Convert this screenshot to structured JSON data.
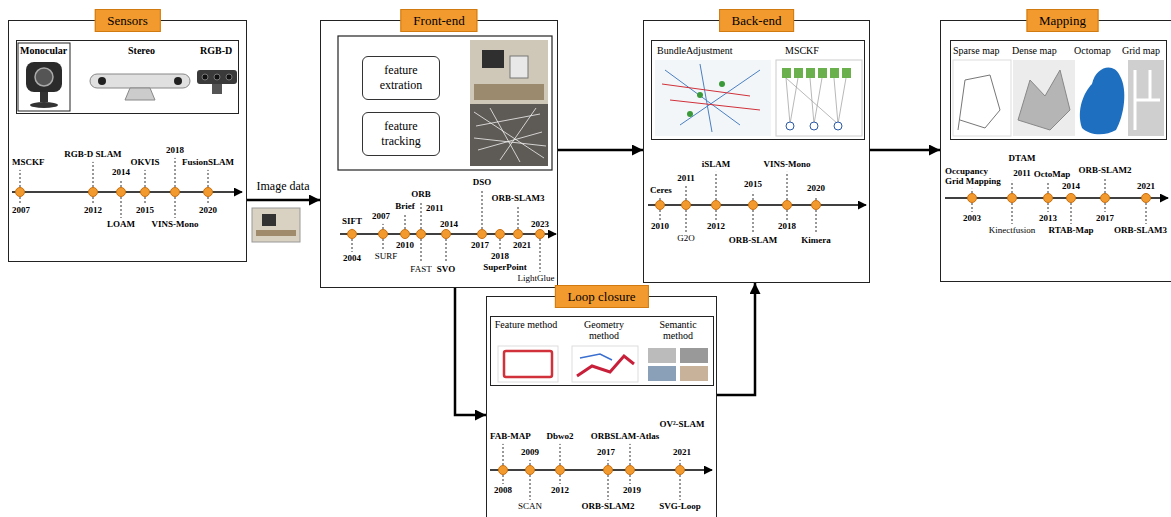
{
  "diagram": {
    "nodes": [
      {
        "text": [
          "Sensors"
        ]
      },
      {
        "text": [
          "Monocular",
          "Stereo",
          "RGB-D"
        ],
        "in": 0
      },
      {
        "text": [
          "Front-end"
        ]
      },
      {
        "text": [
          "feature extration"
        ],
        "in": 2
      },
      {
        "text": [
          "feature tracking"
        ],
        "in": 2
      },
      {
        "text": [
          "Back-end"
        ]
      },
      {
        "text": [
          "BundleAdjustment",
          "MSCKF"
        ],
        "in": 5
      },
      {
        "text": [
          "Mapping"
        ]
      },
      {
        "text": [
          "Sparse map",
          "Dense map",
          "Octomap",
          "Grid map"
        ],
        "in": 7
      },
      {
        "text": [
          "Loop closure"
        ]
      },
      {
        "text": [
          "Feature method",
          "Geometry method",
          "Semantic method"
        ],
        "in": 9
      }
    ],
    "edges": [
      {
        "from": 0,
        "to": 2,
        "arrow": "to",
        "label": "Image data"
      },
      {
        "from": 2,
        "to": 5,
        "arrow": "to"
      },
      {
        "from": 5,
        "to": 7,
        "arrow": "to"
      },
      {
        "from": 2,
        "to": 9,
        "arrow": "to"
      },
      {
        "from": 9,
        "to": 5,
        "arrow": "to"
      }
    ],
    "labels": [
      "MSCKF",
      "2007",
      "RGB-D SLAM",
      "2012",
      "2014",
      "LOAM",
      "OKVIS",
      "2015",
      "2018",
      "VINS-Mono",
      "FusionSLAM",
      "2020",
      "SIFT",
      "2004",
      "2007",
      "SURF",
      "Brief",
      "2010",
      "ORB",
      "2011",
      "FAST",
      "2014",
      "SVO",
      "DSO",
      "2017",
      "ORB-SLAM3",
      "2018",
      "SuperPoint",
      "2021",
      "2023",
      "LightGlue",
      "Ceres",
      "2010",
      "2011",
      "G2O",
      "iSLAM",
      "2012",
      "2015",
      "ORB-SLAM",
      "VINS-Mono",
      "2018",
      "2020",
      "Kimera",
      "Occupancy Grid Mapping",
      "2003",
      "DTAM",
      "2011",
      "Kinectfusion",
      "OctoMap",
      "2013",
      "2014",
      "RTAB-Map",
      "ORB-SLAM2",
      "2017",
      "2021",
      "ORB-SLAM3",
      "FAB-MAP",
      "2008",
      "2009",
      "SCAN",
      "Dbwo2",
      "2012",
      "2017",
      "ORB-SLAM2",
      "ORBSLAM-Atlas",
      "2019",
      "OV²-SLAM",
      "2021",
      "SVG-Loop"
    ]
  }
}
